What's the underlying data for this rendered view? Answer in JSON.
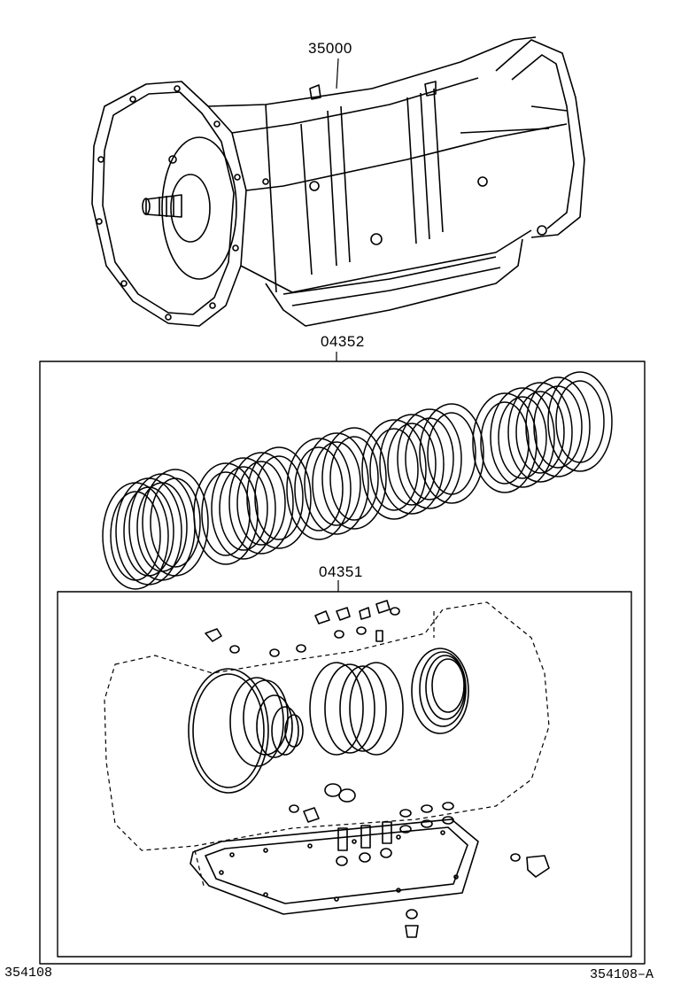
{
  "diagram": {
    "parts": [
      {
        "number": "35000",
        "description": "automatic transmission assembly"
      },
      {
        "number": "04352",
        "description": "clutch disc / plate overhaul kit"
      },
      {
        "number": "04351",
        "description": "gasket and seal overhaul kit"
      }
    ],
    "footer": {
      "left_code": "354108",
      "right_code": "354108–A"
    }
  },
  "colors": {
    "line": "#000000",
    "background": "#ffffff"
  }
}
